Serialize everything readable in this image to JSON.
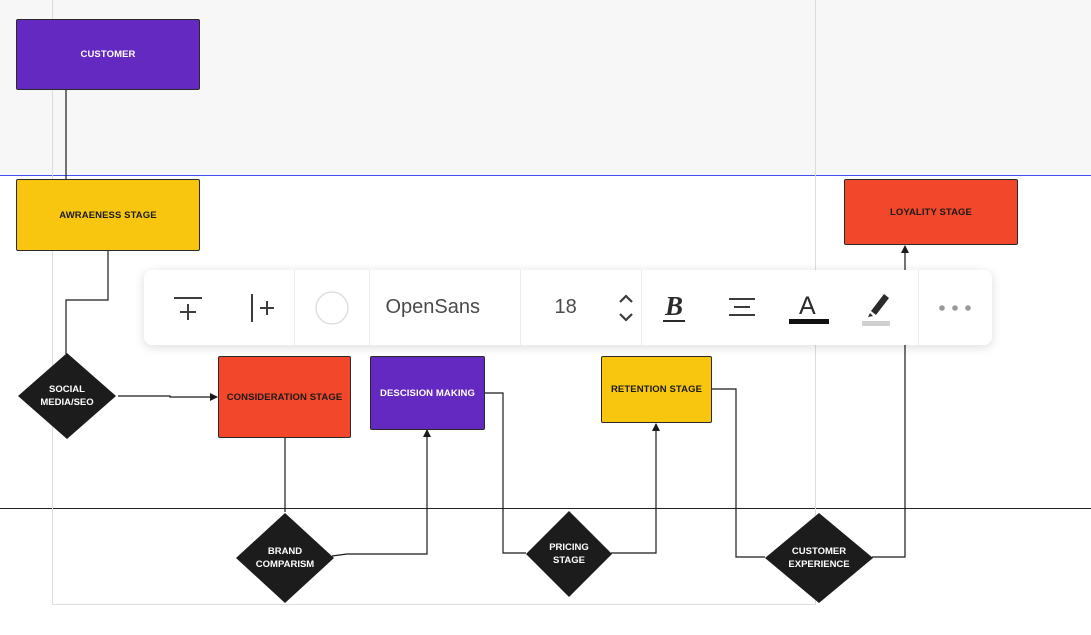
{
  "colors": {
    "purple": "#6429c0",
    "yellow": "#f8c60f",
    "red": "#f2472a",
    "diamond": "#1c1c1c",
    "lane_separator": "#3f51f0"
  },
  "nodes": {
    "customer": "CUSTOMER",
    "awareness": "AWRAENESS STAGE",
    "social": "SOCIAL MEDIA/SEO",
    "consideration": "CONSIDERATION STAGE",
    "decision": "DESCISION MAKING",
    "brand": "BRAND COMPARISM",
    "pricing": "PRICING STAGE",
    "retention": "RETENTION STAGE",
    "experience": "CUSTOMER EXPERIENCE",
    "loyalty": "LOYALITY STAGE"
  },
  "toolbar": {
    "add_row_icon": "insert-row-icon",
    "add_column_icon": "insert-column-icon",
    "fill_color_icon": "fill-color-circle-icon",
    "font_family": "OpenSans",
    "font_size": "18",
    "stepper_icon": "up-down-stepper-icon",
    "bold_icon": "bold-icon",
    "align_icon": "align-center-icon",
    "text_color_icon": "text-color-icon",
    "highlight_icon": "highlighter-icon",
    "more_icon": "more-dots-icon"
  }
}
